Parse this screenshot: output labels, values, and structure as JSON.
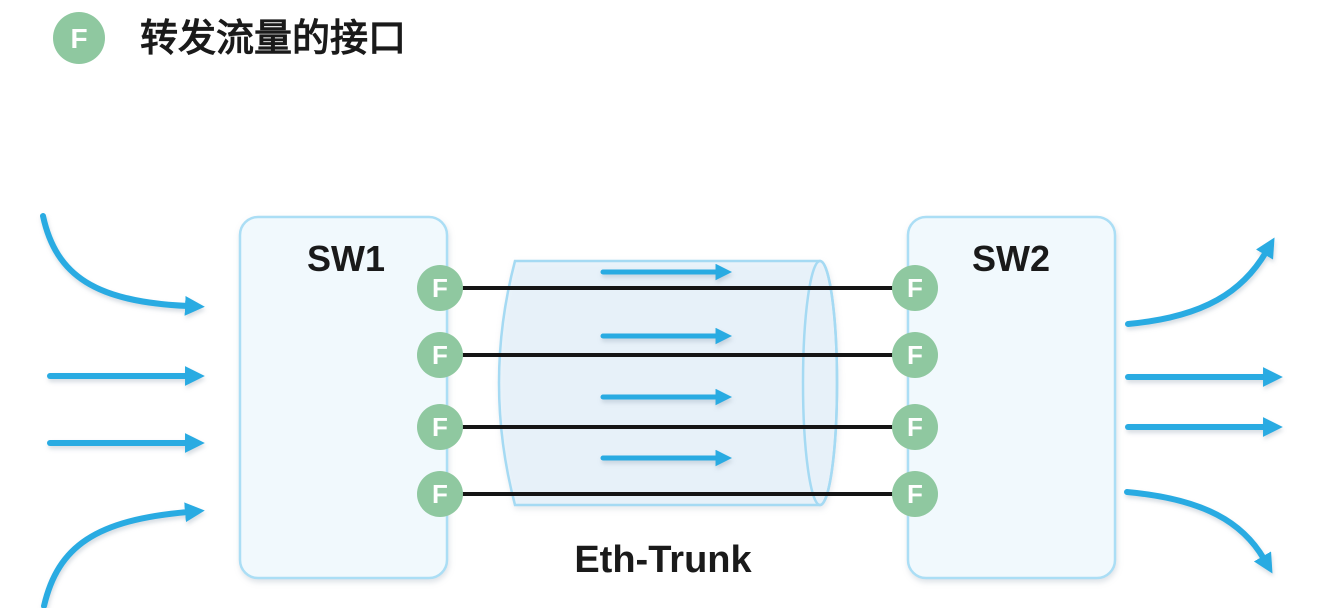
{
  "legend": {
    "icon": "forwarding-port-icon",
    "port_symbol": "F",
    "label": "转发流量的接口"
  },
  "devices": {
    "sw1": "SW1",
    "sw2": "SW2"
  },
  "trunk": {
    "label": "Eth-Trunk",
    "member_link_count": 4
  },
  "ports": {
    "symbol": "F",
    "per_switch": 4
  },
  "traffic": {
    "incoming_arrow_count": 4,
    "outgoing_arrow_count": 4,
    "trunk_flow_arrow_count": 4,
    "direction": "left-to-right"
  },
  "colors": {
    "port_green": "#8fc8a0",
    "arrow_blue": "#29abe2",
    "box_fill": "#f1f9fd",
    "box_border": "#abdef5",
    "cylinder_fill": "#e7f3fb",
    "cylinder_stroke": "#a5daf3",
    "link_black": "#151515",
    "text_black": "#1a1a1a"
  }
}
